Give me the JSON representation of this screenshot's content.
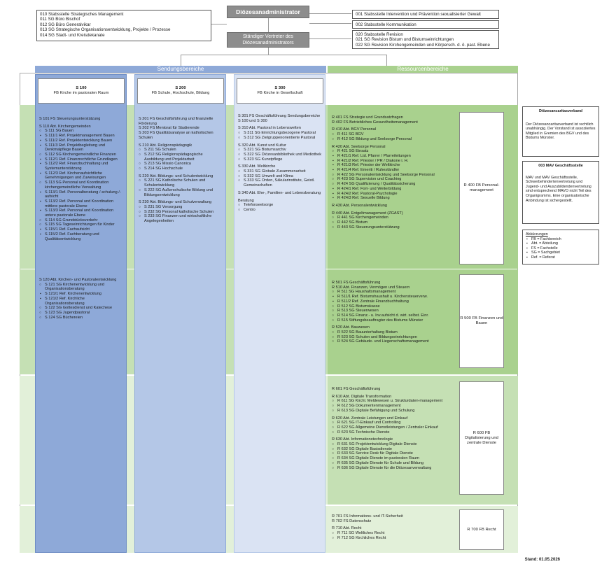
{
  "top": {
    "title": "Diözesanadministrator",
    "deputy": "Ständiger Vertreter des Diözesanadministrators",
    "left_box": [
      "010 Stabsstelle Strategisches Management",
      "011 SG Büro Bischof",
      "012 SG Büro Generalvikar",
      "013 SG Strategische Organisationsentwicklung, Projekte / Prozesse",
      "014 SG Stadt- und Kreisdekanate"
    ],
    "right_box_1": [
      "001 Stabsstelle Intervention und Prävention sexualisierter Gewalt"
    ],
    "right_box_2": [
      "002 Stabsstelle Kommunikation"
    ],
    "right_box_3": [
      "020 Stabsstelle Revision",
      "021 SG Revision Bistum und Bistumseinrichtungen",
      "022 SG Revision Kirchengemeinden und Körpersch. d. ö. past. Ebene"
    ]
  },
  "bands": {
    "left": "Sendungsbereiche",
    "right": "Ressourcenbereiche"
  },
  "columns": {
    "s100": {
      "code": "S 100",
      "name": "FB Kirche im pastoralen Raum"
    },
    "s200": {
      "code": "S 200",
      "name": "FB Schule, Hochschule, Bildung"
    },
    "s300": {
      "code": "S 300",
      "name": "FB Kirche in Gesellschaft"
    }
  },
  "s100_a": [
    {
      "t": "S 101 FS Steuerungsunterstützung",
      "k": "item"
    },
    {
      "t": "",
      "k": "gap"
    },
    {
      "t": "S 110 Abt. Kirchengemeinden",
      "k": "item"
    },
    {
      "t": "S 111 SG Bauen",
      "k": "sub"
    },
    {
      "t": "S 111/1 Ref. Projektmanagement Bauen",
      "k": "dot"
    },
    {
      "t": "S 111/2 Ref. Projektentwicklung Bauen",
      "k": "dot"
    },
    {
      "t": "S 111/3 Ref. Projektbegleitung und Denkmalpflege Bauen",
      "k": "dot"
    },
    {
      "t": "S 112 SG Kirchengemeindliche Finanzen",
      "k": "sub"
    },
    {
      "t": "S 112/1 Ref. Finanzrechtliche Grundlagen",
      "k": "dot"
    },
    {
      "t": "S 112/2 Ref. Finanzbuchhaltung und Systemunterstützung",
      "k": "dot"
    },
    {
      "t": "S 112/3 Ref. Kirchenaufsichtliche Genehmigungen und Zuweisungen",
      "k": "dot"
    },
    {
      "t": "S 113 SG Personal und Koordination kirchengemeindliche Verwaltung",
      "k": "sub"
    },
    {
      "t": "S 113/1 Ref. Personalberatung /-schulung /-aufsicht",
      "k": "dot"
    },
    {
      "t": "S 113/2 Ref. Personal und Koordination mittlere pastorale Ebene",
      "k": "dot"
    },
    {
      "t": "S 113/3 Ref. Personal und Koordination untere pastorale Ebene",
      "k": "dot"
    },
    {
      "t": "S 114 SG Grundstücksverkehr",
      "k": "sub"
    },
    {
      "t": "S 115 SG Tageseinrichtungen für Kinder",
      "k": "sub"
    },
    {
      "t": "S 115/1 Ref. Fachaufsicht",
      "k": "dot"
    },
    {
      "t": "S 115/2 Ref. Fachberatung und Qualitätsentwicklung",
      "k": "dot"
    }
  ],
  "s100_b": [
    {
      "t": "S 120 Abt. Kirchen- und Pastoralentwicklung",
      "k": "item"
    },
    {
      "t": "S 121 SG Kirchenentwicklung und Organisationsberatung",
      "k": "sub"
    },
    {
      "t": "S 121/1 Ref. Kirchenentwicklung",
      "k": "dot"
    },
    {
      "t": "S 121/2 Ref. Kirchliche Organisationsberatung",
      "k": "dot"
    },
    {
      "t": "S 122 SG Gottesdienst und Katechese",
      "k": "sub"
    },
    {
      "t": "S 123 SG Jugendpastoral",
      "k": "sub"
    },
    {
      "t": "S 124 SG Büchereien",
      "k": "sub"
    }
  ],
  "s200_a": [
    {
      "t": "S 201 FS Geschäftsführung und finanzielle Förderung",
      "k": "item"
    },
    {
      "t": "S 202 FS Mentorat für Studierende",
      "k": "item"
    },
    {
      "t": "S 203 FS Qualitätsanalyse an katholischen Schulen",
      "k": "item"
    },
    {
      "t": "",
      "k": "gap"
    },
    {
      "t": "S 210 Abt. Religionspädagogik",
      "k": "item"
    },
    {
      "t": "S 211 SG Schulen",
      "k": "sub"
    },
    {
      "t": "S 212 SG Religionspädagogische Ausbildung und Projektarbeit",
      "k": "sub"
    },
    {
      "t": "S 213 SG Missio Canonica",
      "k": "sub"
    },
    {
      "t": "S 214 SG Hochschule",
      "k": "sub"
    },
    {
      "t": "",
      "k": "gap"
    },
    {
      "t": "S 220 Abt. Bildungs- und Schulentwicklung",
      "k": "item"
    },
    {
      "t": "S 221 SG Katholische Schulen und Schulentwicklung",
      "k": "sub"
    },
    {
      "t": "S 222 SG Außerschulische Bildung und Bildungsentwicklung",
      "k": "sub"
    },
    {
      "t": "",
      "k": "gap"
    },
    {
      "t": "S 230 Abt. Bildungs- und Schulverwaltung",
      "k": "item"
    },
    {
      "t": "S 231 SG Versorgung",
      "k": "sub"
    },
    {
      "t": "S 232 SG Personal katholische Schulen",
      "k": "sub"
    },
    {
      "t": "S 233 SG Finanzen und wirtschaftliche Angelegenheiten",
      "k": "sub"
    }
  ],
  "s300_a": [
    {
      "t": "S 301 FS Geschäftsführung Sendungsbereiche S 100 und S 300",
      "k": "item"
    },
    {
      "t": "",
      "k": "gap"
    },
    {
      "t": "S 310 Abt. Pastoral in Lebenswelten",
      "k": "item"
    },
    {
      "t": "S 311 SG Einrichtungsbezogene Pastoral",
      "k": "sub"
    },
    {
      "t": "S 312 SG Zielgruppenorientierte Pastoral",
      "k": "sub"
    },
    {
      "t": "",
      "k": "gap"
    },
    {
      "t": "S 320 Abt. Kunst und Kultur",
      "k": "item"
    },
    {
      "t": "S 321 SG Bistumsarchiv",
      "k": "sub"
    },
    {
      "t": "S 322 SG Diözesanbibliothek und Mediothek",
      "k": "sub"
    },
    {
      "t": "S 323 SG Kunstpflege",
      "k": "sub"
    },
    {
      "t": "",
      "k": "gap"
    },
    {
      "t": "S 330 Abt. Weltkirche",
      "k": "item"
    },
    {
      "t": "S 331 SG Globale Zusammenarbeit",
      "k": "sub"
    },
    {
      "t": "S 332 SG Umwelt und Klima",
      "k": "sub"
    },
    {
      "t": "S 333 SG Orden, Säkularinstitute, Geistl. Gemeinschaften",
      "k": "sub"
    },
    {
      "t": "",
      "k": "gap"
    },
    {
      "t": "S 340 Abt. Ehe-, Familien- und Lebensberatung",
      "k": "item"
    },
    {
      "t": "",
      "k": "gap"
    },
    {
      "t": "Beratung",
      "k": "item"
    },
    {
      "t": "Telefonseelsorge",
      "k": "sub"
    },
    {
      "t": "Centro",
      "k": "sub"
    }
  ],
  "r400": {
    "label": "R 400 FB Personal-management",
    "items": [
      {
        "t": "R 401 FS Strategie und Grundsatzfragen",
        "k": "item"
      },
      {
        "t": "R 402 FS Betriebliches Gesundheitsmanagement",
        "k": "item"
      },
      {
        "t": "",
        "k": "gap"
      },
      {
        "t": "R 410 Abt. BGV Personal",
        "k": "item"
      },
      {
        "t": "R 411 SG BGV",
        "k": "sub"
      },
      {
        "t": "R 412 SG Bildung und Seelsorge Personal",
        "k": "sub"
      },
      {
        "t": "",
        "k": "gap"
      },
      {
        "t": "R 420 Abt. Seelsorge Personal",
        "k": "item"
      },
      {
        "t": "R 421 SG Einsatz",
        "k": "sub"
      },
      {
        "t": "R 421/1 Ref. Ltd. Pfarrer / Pfarreileitungen",
        "k": "dot"
      },
      {
        "t": "R 421/2 Ref. Priester / PR / Diakone i. H.",
        "k": "dot"
      },
      {
        "t": "R 421/3 Ref. Priester der Weltkirche",
        "k": "dot"
      },
      {
        "t": "R 421/4 Ref. Emeriti / Ruheständler",
        "k": "dot"
      },
      {
        "t": "R 422 SG Personalentwicklung und Seelsorge Personal",
        "k": "sub"
      },
      {
        "t": "R 423 SG Supervision und Coaching",
        "k": "sub"
      },
      {
        "t": "R 424 SG Qualifizierung / Qualitätssicherung",
        "k": "sub"
      },
      {
        "t": "R 424/1 Ref. Fort- und Weiterbildung",
        "k": "dot"
      },
      {
        "t": "R 424/2 Ref. Pastoral-Psychologie",
        "k": "dot"
      },
      {
        "t": "R 424/3 Ref. Sexuelle Bildung",
        "k": "dot"
      },
      {
        "t": "",
        "k": "gap"
      },
      {
        "t": "R 430 Abt. Personalentwicklung",
        "k": "item"
      },
      {
        "t": "",
        "k": "gap"
      },
      {
        "t": "R 440 Abt. Entgeltmanagement (ZGAST)",
        "k": "item"
      },
      {
        "t": "R 441 SG Kirchengemeinden",
        "k": "sub"
      },
      {
        "t": "R 442 SG Bistum",
        "k": "sub"
      },
      {
        "t": "R 443 SG Steuerungsunterstützung",
        "k": "sub"
      }
    ]
  },
  "r500": {
    "label": "R 500 FB Finanzen und Bauen",
    "items": [
      {
        "t": "R 501 FS Geschäftsführung",
        "k": "item"
      },
      {
        "t": "R 510 Abt. Finanzen, Vermögen und Steuern",
        "k": "item"
      },
      {
        "t": "R 511 SG Haushaltsmanagement",
        "k": "sub"
      },
      {
        "t": "R 511/1 Ref. Bistumshaushalt u. Kirchensteuerverw.",
        "k": "dot"
      },
      {
        "t": "R 511/2 Ref. Zentrale Finanzbuchhaltung",
        "k": "dot"
      },
      {
        "t": "R 512 SG Bistumskasse",
        "k": "sub"
      },
      {
        "t": "R 513 SG Steuerwesen",
        "k": "sub"
      },
      {
        "t": "R 514 SG Finanz.- u. Inv.aufsicht d. wirt. selbst. Einr.",
        "k": "sub"
      },
      {
        "t": "R 515 Stiftungsbeauftragter des Bistums Münster",
        "k": "sub"
      },
      {
        "t": "",
        "k": "gap"
      },
      {
        "t": "R 520 Abt. Bauwesen",
        "k": "item"
      },
      {
        "t": "R 522 SG Bauunterhaltung Bistum",
        "k": "sub"
      },
      {
        "t": "R 523 SG Schulen und Bildungseinrichtungen",
        "k": "sub"
      },
      {
        "t": "R 524 SG Gebäude- und Liegenschaftsmanagement",
        "k": "sub"
      }
    ]
  },
  "r600": {
    "label": "R 600 FB Digitalisierung und zentrale Dienste",
    "items": [
      {
        "t": "R 601 FS Geschäftsführung",
        "k": "item"
      },
      {
        "t": "",
        "k": "gap"
      },
      {
        "t": "R 610 Abt. Digitale Transformation",
        "k": "item"
      },
      {
        "t": "R 611 SG Kirchl. Meldewesen u. Strukturdaten-management",
        "k": "sub"
      },
      {
        "t": "R 612 SG Dokumentenmanagement",
        "k": "sub"
      },
      {
        "t": "R 613 SG Digitale Befähigung und Schulung",
        "k": "sub"
      },
      {
        "t": "",
        "k": "gap"
      },
      {
        "t": "R 620 Abt. Zentrale Leistungen und Einkauf",
        "k": "item"
      },
      {
        "t": "R 621 SG IT-Einkauf und Controlling",
        "k": "sub"
      },
      {
        "t": "R 622 SG Allgemeine Dienstleistungen / Zentraler Einkauf",
        "k": "sub"
      },
      {
        "t": "R 623 SG Technische Dienste",
        "k": "sub"
      },
      {
        "t": "",
        "k": "gap"
      },
      {
        "t": "R 630 Abt. Informationstechnologie",
        "k": "item"
      },
      {
        "t": "R 631 SG Projektentwicklung Digitale Dienste",
        "k": "sub"
      },
      {
        "t": "R 632 SG Digitale Basisdienste",
        "k": "sub"
      },
      {
        "t": "R 633 SG Service Desk für Digitale Dienste",
        "k": "sub"
      },
      {
        "t": "R 634 SG Digitale Dienste im pastoralen Raum",
        "k": "sub"
      },
      {
        "t": "R 635 SG Digitale Dienste für Schule und Bildung",
        "k": "sub"
      },
      {
        "t": "R 636 SG Digitale Dienste für die Diözesanverwaltung",
        "k": "sub"
      }
    ]
  },
  "r700": {
    "label": "R 700 FB Recht",
    "items": [
      {
        "t": "R 701 FS Informations- und IT-Sicherheit",
        "k": "item"
      },
      {
        "t": "R 702 FS Datenschutz",
        "k": "item"
      },
      {
        "t": "",
        "k": "gap"
      },
      {
        "t": "R 710 Abt. Recht",
        "k": "item"
      },
      {
        "t": "R 711 SG Weltliches Recht",
        "k": "sub"
      },
      {
        "t": "R 712 SG Kirchliches Recht",
        "k": "sub"
      }
    ]
  },
  "side": {
    "caritas_title": "Diözesancaritasverband",
    "caritas_text": "Der Diözesancaritasverband ist rechtlich unabhängig. Der Vorstand ist assoziiertes Mitglied in Gremien des BGV und des Bistums Münster.",
    "mav_title": "003 MAV Geschäftsstelle",
    "mav_text": "MAV und MAV Geschäftsstelle, Schwerbehindertenvertretung und Jugend- und Auszubildendenvertretung sind entsprechend MAVO nicht Teil des Organigramms. Eine organisatorische Anbindung ist sichergestellt.",
    "abbr_title": "Abkürzungen",
    "abbr": [
      "FB = Fachbereich",
      "Abt. = Abteilung",
      "FS = Fachstelle",
      "SG = Sachgebiet",
      "Ref. = Referat"
    ]
  },
  "stand": "Stand: 01.05.2026",
  "colors": {
    "blue_dark": "#8ea9d8",
    "blue_mid": "#b4c7e7",
    "blue_light": "#dae3f3",
    "green_dark": "#a9d18e",
    "green_mid": "#c5e0b4",
    "green_light": "#e2f0d9",
    "gray": "#8d8d8d"
  }
}
